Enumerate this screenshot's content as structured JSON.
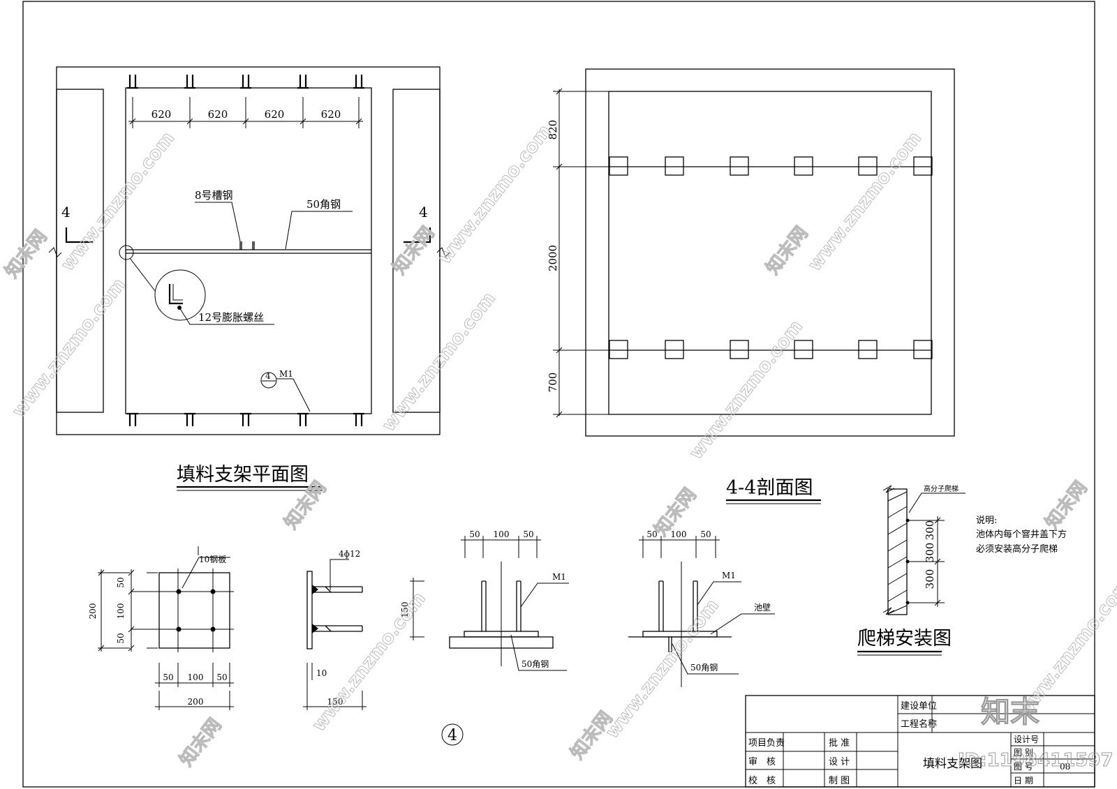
{
  "plan": {
    "title": "填料支架平面图",
    "dims": [
      "620",
      "620",
      "620",
      "620"
    ],
    "label_channel": "8号槽钢",
    "label_angle": "50角钢",
    "label_bolt": "12号膨胀螺丝",
    "section_mark": "4",
    "m1_circle": "4",
    "m1_label": "M1"
  },
  "section": {
    "title": "4-4剖面图",
    "dims": [
      "820",
      "2000",
      "700"
    ]
  },
  "detail_plate": {
    "label": "10钢板",
    "dims_v": [
      "50",
      "100",
      "50"
    ],
    "dim_total_v": "200",
    "dims_h": [
      "50",
      "100",
      "50"
    ],
    "dim_total_h": "200"
  },
  "detail_side": {
    "label": "4ɸ12",
    "dim_thk": "10",
    "dim_w": "150"
  },
  "detail_c": {
    "dims": [
      "50",
      "100",
      "50"
    ],
    "dim_h": "150",
    "label_m1": "M1",
    "label_angle": "50角钢"
  },
  "detail_d": {
    "dims": [
      "50",
      "100",
      "50"
    ],
    "label_m1": "M1",
    "label_wall": "池壁",
    "label_angle": "50角钢"
  },
  "detail_index": "4",
  "ladder": {
    "title": "爬梯安装图",
    "label": "高分子爬梯",
    "dims": [
      "300",
      "300",
      "300"
    ]
  },
  "notes": {
    "heading": "说明:",
    "line1": "池体内每个窨井盖下方",
    "line2": "必须安装高分子爬梯"
  },
  "title_block": {
    "build_unit": "建设单位",
    "project_name": "工程名称",
    "project_lead": "项目负责",
    "review": "审　核",
    "check": "校　核",
    "approve": "批 准",
    "design": "设 计",
    "draw": "制 图",
    "drawing_name": "填料支架图",
    "design_no": "设计号",
    "drawing_cat": "图 别",
    "drawing_no": "图 号",
    "drawing_no_val": "08",
    "date": "日 期"
  },
  "watermark": {
    "site": "www.znzmo.com",
    "brand": "知末网",
    "logo": "知末",
    "id": "ID:1198411597"
  }
}
